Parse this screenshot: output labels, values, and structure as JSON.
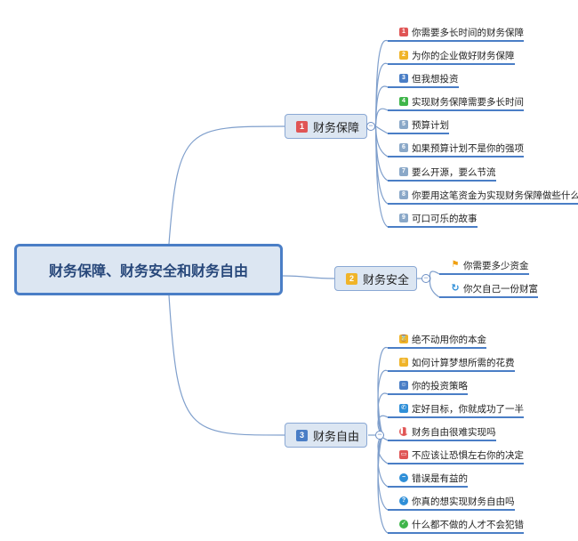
{
  "root": {
    "label": "财务保障、财务安全和财务自由"
  },
  "branches": [
    {
      "label": "财务保障",
      "number": "1",
      "number_color": "#e05555",
      "children": [
        {
          "label": "你需要多长时间的财务保障",
          "icon": "priority-1-icon",
          "glyph": "1",
          "color": "#e05555"
        },
        {
          "label": "为你的企业做好财务保障",
          "icon": "priority-2-icon",
          "glyph": "2",
          "color": "#f0b429"
        },
        {
          "label": "但我想投资",
          "icon": "priority-3-icon",
          "glyph": "3",
          "color": "#4a7ec6"
        },
        {
          "label": "实现财务保障需要多长时间",
          "icon": "priority-4-icon",
          "glyph": "4",
          "color": "#3fb54a"
        },
        {
          "label": "预算计划",
          "icon": "priority-5-icon",
          "glyph": "5",
          "color": "#8aa8c8"
        },
        {
          "label": "如果预算计划不是你的强项",
          "icon": "priority-6-icon",
          "glyph": "6",
          "color": "#8aa8c8"
        },
        {
          "label": "要么开源，要么节流",
          "icon": "priority-7-icon",
          "glyph": "7",
          "color": "#8aa8c8"
        },
        {
          "label": "你要用这笔资金为实现财务保障做些什么",
          "icon": "priority-8-icon",
          "glyph": "8",
          "color": "#8aa8c8"
        },
        {
          "label": "可口可乐的故事",
          "icon": "priority-9-icon",
          "glyph": "9",
          "color": "#8aa8c8"
        }
      ]
    },
    {
      "label": "财务安全",
      "number": "2",
      "number_color": "#f0b429",
      "children": [
        {
          "label": "你需要多少资金",
          "icon": "flag-icon",
          "glyph": "⚑",
          "color": "#f0a010"
        },
        {
          "label": "你欠自己一份财富",
          "icon": "refresh-icon",
          "glyph": "↻",
          "color": "#2f8fd8"
        }
      ]
    },
    {
      "label": "财务自由",
      "number": "3",
      "number_color": "#4a7ec6",
      "children": [
        {
          "label": "绝不动用你的本金",
          "icon": "hourglass-icon",
          "glyph": "⌛",
          "color": "#f0b429"
        },
        {
          "label": "如何计算梦想所需的花费",
          "icon": "trophy-icon",
          "glyph": "♕",
          "color": "#f0b429"
        },
        {
          "label": "你的投资策略",
          "icon": "people-icon",
          "glyph": "☺",
          "color": "#4a7ec6"
        },
        {
          "label": "定好目标，你就成功了一半",
          "icon": "phone-icon",
          "glyph": "✆",
          "color": "#2f8fd8"
        },
        {
          "label": "财务自由很难实现吗",
          "icon": "pause-icon",
          "glyph": "❚❚",
          "color": "#e05555"
        },
        {
          "label": "不应该让恐惧左右你的决定",
          "icon": "comment-icon",
          "glyph": "▭",
          "color": "#e05555"
        },
        {
          "label": "错误是有益的",
          "icon": "minus-icon",
          "glyph": "−",
          "color": "#2f8fd8"
        },
        {
          "label": "你真的想实现财务自由吗",
          "icon": "question-icon",
          "glyph": "?",
          "color": "#2f8fd8"
        },
        {
          "label": "什么都不做的人才不会犯错",
          "icon": "check-icon",
          "glyph": "✓",
          "color": "#3fb54a"
        }
      ]
    }
  ]
}
